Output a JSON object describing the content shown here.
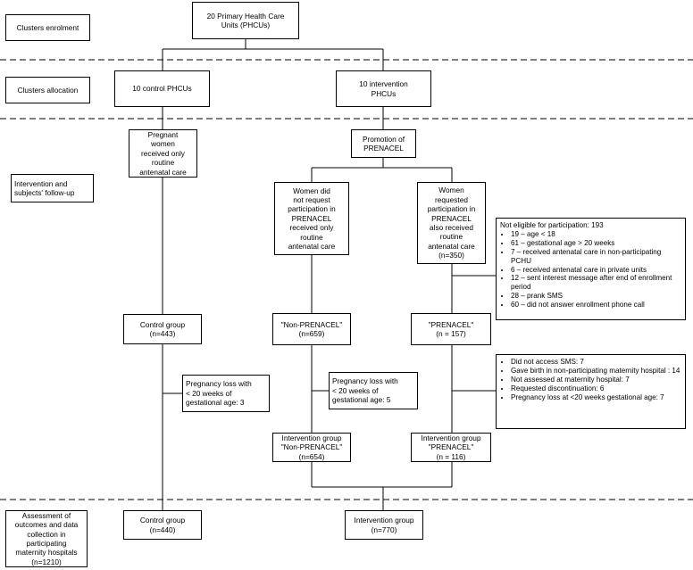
{
  "stages": {
    "enrolment": "Clusters enrolment",
    "allocation": "Clusters allocation",
    "followup": "Intervention and\nsubjects' follow-up",
    "assessment": "Assessment of\noutcomes and data\ncollection in\nparticipating\nmaternity hospitals\n(n=1210)"
  },
  "boxes": {
    "units": "20 Primary Health Care\nUnits (PHCUs)",
    "control_units": "10 control PHCUs",
    "intervention_units": "10 intervention\nPHCUs",
    "pregnant_routine": "Pregnant\nwomen\nreceived only\nroutine\nantenatal care",
    "promotion": "Promotion of\nPRENACEL",
    "not_requested": "Women did\nnot request\nparticipation in\nPRENACEL\nreceived only\nroutine\nantenatal care",
    "requested": "Women\nrequested\nparticipation in\nPRENACEL\nalso received\nroutine\nantenatal care\n(n=350)",
    "control_group": "Control group\n(n=443)",
    "non_prenacel": "\"Non-PRENACEL\"\n(n=659)",
    "prenacel": "\"PRENACEL\"\n(n = 157)",
    "loss_control": "Pregnancy loss with\n< 20 weeks of\ngestational age: 3",
    "loss_non": "Pregnancy loss with\n< 20 weeks of\ngestational age: 5",
    "int_non": "Intervention group\n\"Non-PRENACEL\"\n(n=654)",
    "int_pren": "Intervention group\n\"PRENACEL\"\n(n = 116)",
    "control_final": "Control group\n(n=440)",
    "int_final": "Intervention group\n(n=770)"
  },
  "not_eligible": {
    "title": "Not eligible for participation: 193",
    "items": [
      "19 – age < 18",
      "61 – gestational age > 20 weeks",
      "7 – received antenatal care in non-participating PCHU",
      "6 – received antenatal care in private units",
      "12 – sent interest message after end of enrollment period",
      "28 – prank SMS",
      "60 – did not answer enrollment phone call"
    ]
  },
  "exclusions": {
    "items": [
      "Did not access SMS: 7",
      "Gave birth in non-participating maternity hospital : 14",
      "Not assessed at maternity hospital: 7",
      "Requested discontinuation: 6",
      "Pregnancy loss at <20 weeks gestational age: 7"
    ]
  }
}
